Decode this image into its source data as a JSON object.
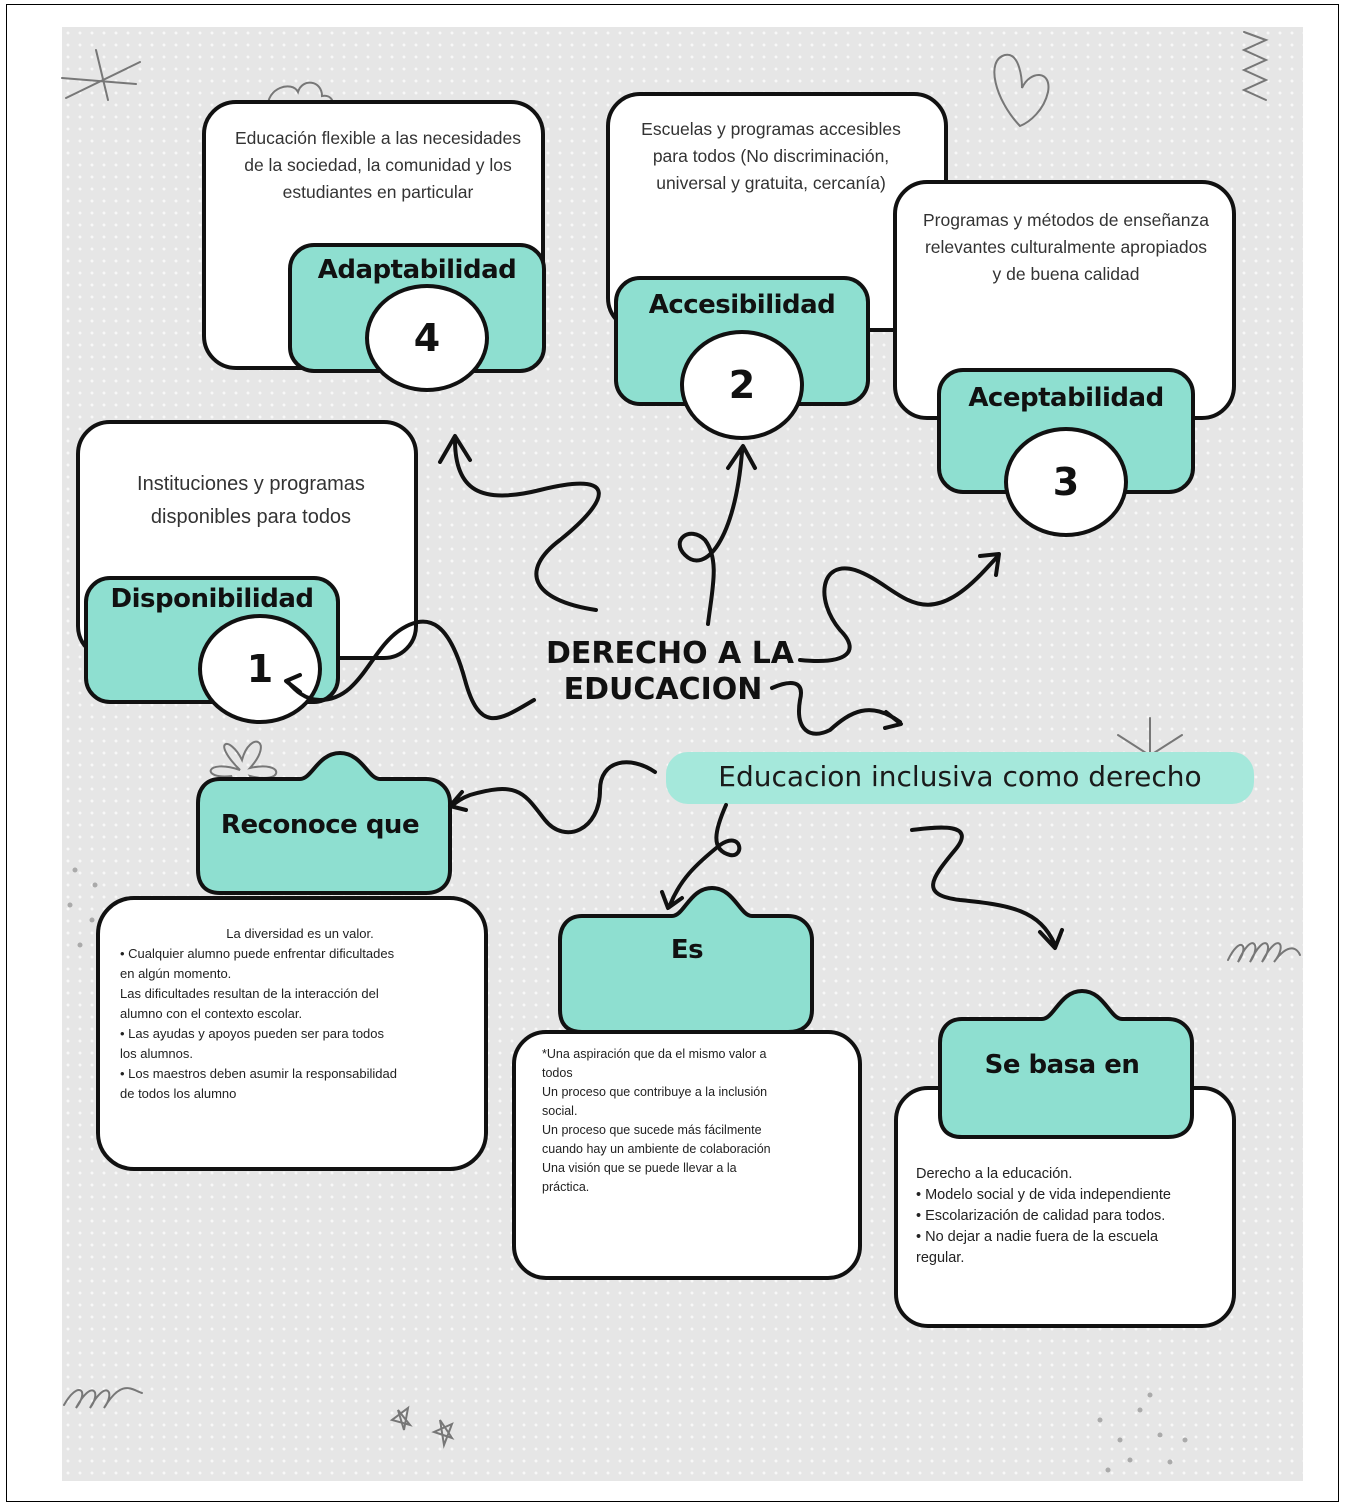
{
  "center_title": {
    "line1": "DERECHO A LA",
    "line2": "EDUCACION"
  },
  "subtitle": "Educacion inclusiva como derecho",
  "principles": [
    {
      "number": "4",
      "name": "Adaptabilidad",
      "description": "Educación flexible a las necesidades de la sociedad, la comunidad y los estudiantes en particular"
    },
    {
      "number": "2",
      "name": "Accesibilidad",
      "description": "Escuelas y programas accesibles para todos (No discriminación, universal y gratuita, cercanía)"
    },
    {
      "number": "3",
      "name": "Aceptabilidad",
      "description": "Programas y métodos de enseñanza relevantes culturalmente apropiados y de buena calidad"
    },
    {
      "number": "1",
      "name": "Disponibilidad",
      "description": "Instituciones y programas disponibles para todos"
    }
  ],
  "reconoce": {
    "title": "Reconoce que",
    "lines": [
      "La diversidad es un valor.",
      "• Cualquier alumno puede enfrentar dificultades",
      "en algún momento.",
      "Las dificultades resultan de la interacción del",
      "alumno con el contexto escolar.",
      "• Las ayudas y apoyos pueden ser para todos",
      "los alumnos.",
      "• Los maestros deben asumir la responsabilidad",
      "de todos los alumno"
    ]
  },
  "es": {
    "title": "Es",
    "lines": [
      "*Una aspiración que da el mismo valor a",
      "todos",
      "Un proceso que contribuye a la inclusión",
      "social.",
      "Un proceso que sucede más fácilmente",
      "cuando hay un ambiente de colaboración",
      "Una visión que se puede llevar a la",
      "práctica."
    ]
  },
  "se_basa": {
    "title": "Se basa en",
    "lines": [
      "Derecho a la educación.",
      "• Modelo social y de vida independiente",
      "• Escolarización de calidad para todos.",
      "• No dejar a nadie fuera de la escuela",
      "regular."
    ]
  },
  "colors": {
    "teal": "#8edfd0",
    "subtitle_pill": "#a5e8db",
    "outline": "#111111",
    "background": "#e6e6e6"
  }
}
